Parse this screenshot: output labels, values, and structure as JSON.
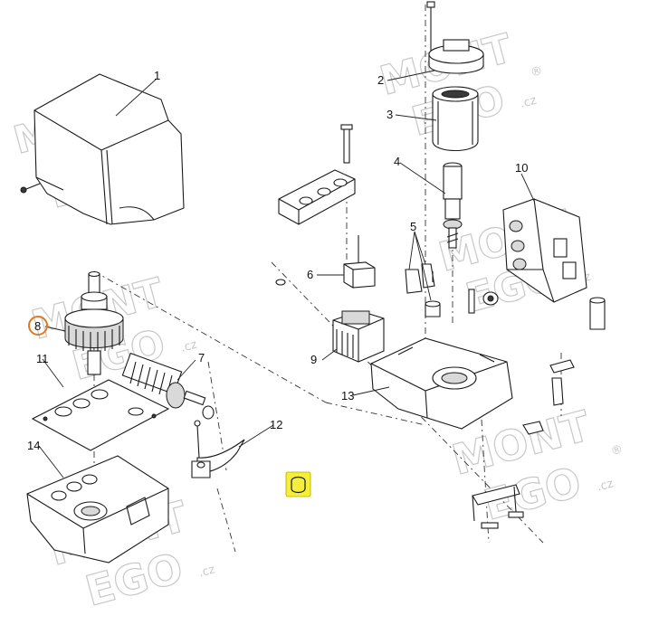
{
  "watermark": {
    "line1": "MONT",
    "line2": "EGO",
    "suffix": ".cz",
    "mark": "®"
  },
  "callouts": [
    {
      "id": "1",
      "label": "1"
    },
    {
      "id": "2",
      "label": "2"
    },
    {
      "id": "3",
      "label": "3"
    },
    {
      "id": "4",
      "label": "4"
    },
    {
      "id": "5",
      "label": "5"
    },
    {
      "id": "6",
      "label": "6"
    },
    {
      "id": "7",
      "label": "7"
    },
    {
      "id": "8",
      "label": "8",
      "highlighted": true
    },
    {
      "id": "9",
      "label": "9"
    },
    {
      "id": "10",
      "label": "10"
    },
    {
      "id": "11",
      "label": "11"
    },
    {
      "id": "12",
      "label": "12"
    },
    {
      "id": "13",
      "label": "13"
    },
    {
      "id": "14",
      "label": "14"
    }
  ],
  "colors": {
    "highlight_ring": "#e07a22",
    "marker_fill": "#f5ee3a",
    "line": "#1a1a1a",
    "watermark": "#c8c8c8"
  },
  "icons": {
    "marker": "lock-shape-icon"
  }
}
